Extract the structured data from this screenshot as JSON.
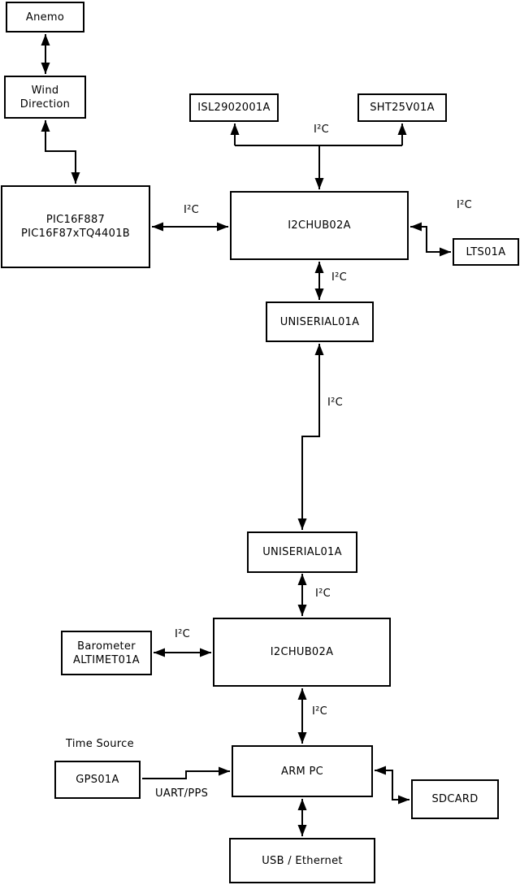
{
  "nodes": {
    "anemo": {
      "label": "Anemo"
    },
    "wind_direction": {
      "line1": "Wind",
      "line2": "Direction"
    },
    "pic": {
      "line1": "PIC16F887",
      "line2": "PIC16F87xTQ4401B"
    },
    "isl": {
      "label": "ISL2902001A"
    },
    "sht": {
      "label": "SHT25V01A"
    },
    "i2chub_upper": {
      "label": "I2CHUB02A"
    },
    "lts": {
      "label": "LTS01A"
    },
    "uniserial_upper": {
      "label": "UNISERIAL01A"
    },
    "uniserial_lower": {
      "label": "UNISERIAL01A"
    },
    "i2chub_lower": {
      "label": "I2CHUB02A"
    },
    "barometer": {
      "line1": "Barometer",
      "line2": "ALTIMET01A"
    },
    "gps": {
      "label": "GPS01A"
    },
    "arm_pc": {
      "label": "ARM PC"
    },
    "sdcard": {
      "label": "SDCARD"
    },
    "usb_ethernet": {
      "label": "USB / Ethernet"
    }
  },
  "labels": {
    "i2c": "I²C",
    "uart_pps": "UART/PPS",
    "time_source": "Time Source"
  }
}
